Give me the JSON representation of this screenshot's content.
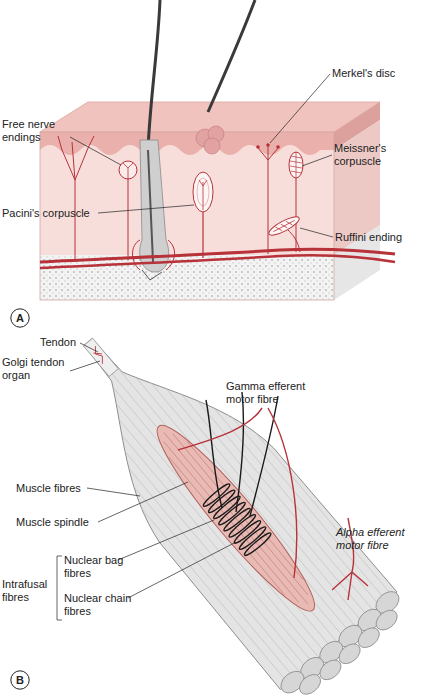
{
  "diagram": {
    "nodes": [
      {
        "text": [
          "A"
        ]
      },
      {
        "text": [
          "B"
        ]
      }
    ],
    "labels": [
      "Merkel's disc",
      "Free nerve endings",
      "Meissner's corpuscle",
      "Pacini's corpuscle",
      "Ruffini ending",
      "Tendon",
      "Golgi tendon organ",
      "Gamma efferent motor fibre",
      "Alpha efferent motor fibre",
      "Muscle fibres",
      "Muscle spindle",
      "Nuclear bag fibres",
      "Intrafusal fibres",
      "Nuclear chain fibres"
    ]
  }
}
